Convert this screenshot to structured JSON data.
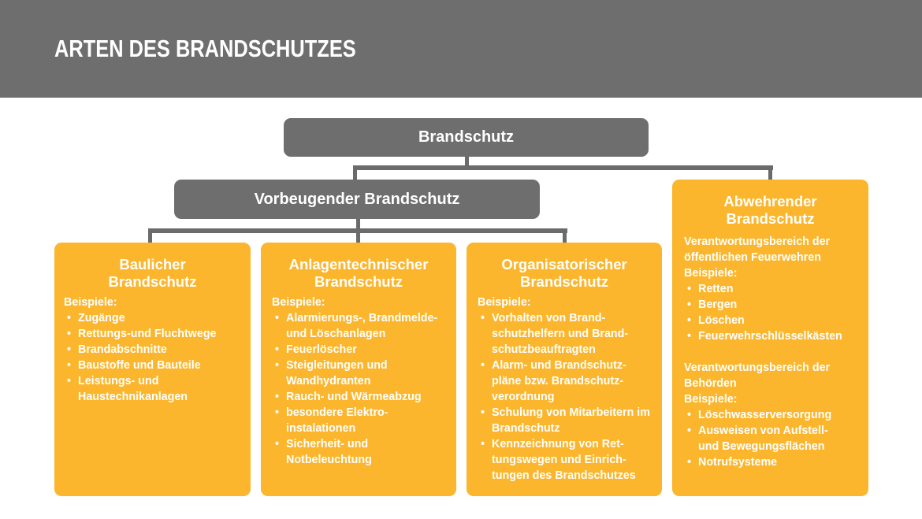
{
  "header": {
    "title": "ARTEN DES BRANDSCHUTZES"
  },
  "colors": {
    "header_bg": "#6e6e6e",
    "node_gray": "#6e6e6e",
    "card_yellow": "#fbb62e",
    "text": "#ffffff"
  },
  "root": {
    "label": "Brandschutz"
  },
  "preventive": {
    "label": "Vorbeugender Brandschutz"
  },
  "cards": [
    {
      "title_line1": "Baulicher",
      "title_line2": "Brandschutz",
      "examples_label": "Beispiele:",
      "items": [
        "Zugänge",
        "Rettungs-und Fluchtwege",
        "Brandabschnitte",
        "Baustoffe und Bauteile",
        "Leistungs- und Haustechnikanlagen"
      ]
    },
    {
      "title_line1": "Anlagentechnischer",
      "title_line2": "Brandschutz",
      "examples_label": "Beispiele:",
      "items": [
        "Alarmierungs-, Brandmelde- und Löschanlagen",
        "Feuerlöscher",
        "Steigleitungen und Wandhydranten",
        "Rauch- und Wärmeabzug",
        "besondere Elektro- instalationen",
        "Sicherheit- und Notbeleuchtung"
      ]
    },
    {
      "title_line1": "Organisatorischer",
      "title_line2": "Brandschutz",
      "examples_label": "Beispiele:",
      "items": [
        "Vorhalten von Brand- schutzhelfern und Brand- schutzbeauftragten",
        "Alarm- und Brandschutz- pläne bzw. Brandschutz- verordnung",
        "Schulung von Mitarbeitern im Brandschutz",
        "Kennzeichnung von Ret- tungswegen und Einrich- tungen des Brandschutzes"
      ]
    }
  ],
  "defensive": {
    "title_line1": "Abwehrender",
    "title_line2": "Brandschutz",
    "section1": {
      "heading": "Verantwortungsbereich der öffentlichen Feuerwehren",
      "examples_label": "Beispiele:",
      "items": [
        "Retten",
        "Bergen",
        "Löschen",
        "Feuerwehrschlüsselkästen"
      ]
    },
    "section2": {
      "heading": "Verantwortungsbereich der Behörden",
      "examples_label": "Beispiele:",
      "items": [
        "Löschwasserversorgung",
        "Ausweisen von Aufstell- und Bewegungsflächen",
        "Notrufsysteme"
      ]
    }
  }
}
